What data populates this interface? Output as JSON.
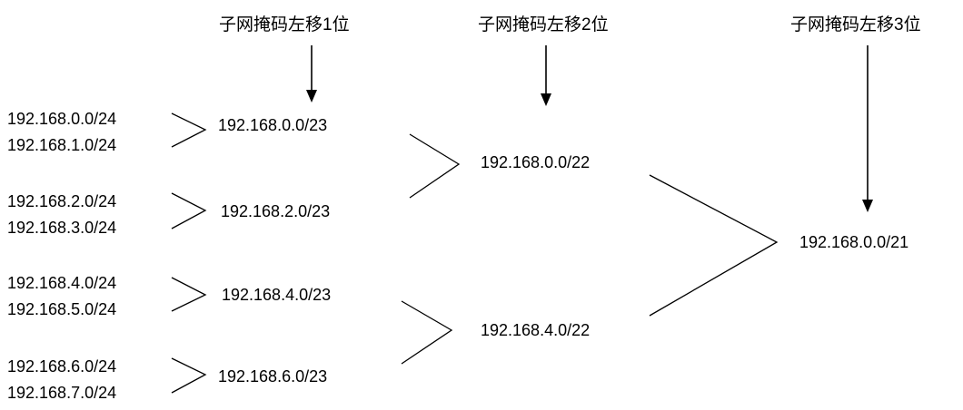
{
  "headers": {
    "shift1": "子网掩码左移1位",
    "shift2": "子网掩码左移2位",
    "shift3": "子网掩码左移3位"
  },
  "level0": [
    "192.168.0.0/24",
    "192.168.1.0/24",
    "192.168.2.0/24",
    "192.168.3.0/24",
    "192.168.4.0/24",
    "192.168.5.0/24",
    "192.168.6.0/24",
    "192.168.7.0/24"
  ],
  "level1": [
    "192.168.0.0/23",
    "192.168.2.0/23",
    "192.168.4.0/23",
    "192.168.6.0/23"
  ],
  "level2": [
    "192.168.0.0/22",
    "192.168.4.0/22"
  ],
  "level3": [
    "192.168.0.0/21"
  ]
}
